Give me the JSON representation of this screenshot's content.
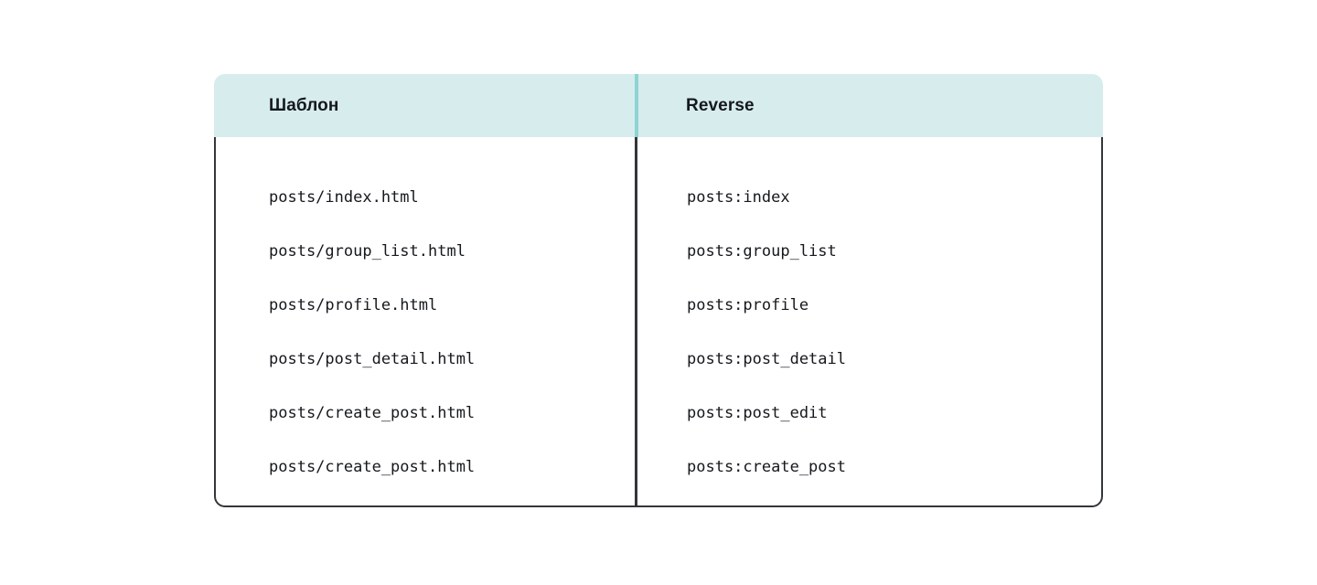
{
  "table": {
    "columns": [
      {
        "key": "template",
        "label": "Шаблон"
      },
      {
        "key": "reverse",
        "label": "Reverse"
      }
    ],
    "rows": [
      {
        "template": "posts/index.html",
        "reverse": "posts:index"
      },
      {
        "template": "posts/group_list.html",
        "reverse": "posts:group_list"
      },
      {
        "template": "posts/profile.html",
        "reverse": "posts:profile"
      },
      {
        "template": "posts/post_detail.html",
        "reverse": "posts:post_detail"
      },
      {
        "template": "posts/create_post.html",
        "reverse": "posts:post_edit"
      },
      {
        "template": "posts/create_post.html",
        "reverse": "posts:create_post"
      }
    ]
  },
  "colors": {
    "header_background": "#d7eced",
    "header_divider": "#8fd3d3",
    "border": "#333639",
    "body_background": "#ffffff",
    "text": "#15181c",
    "page_background": "#ffffff"
  }
}
